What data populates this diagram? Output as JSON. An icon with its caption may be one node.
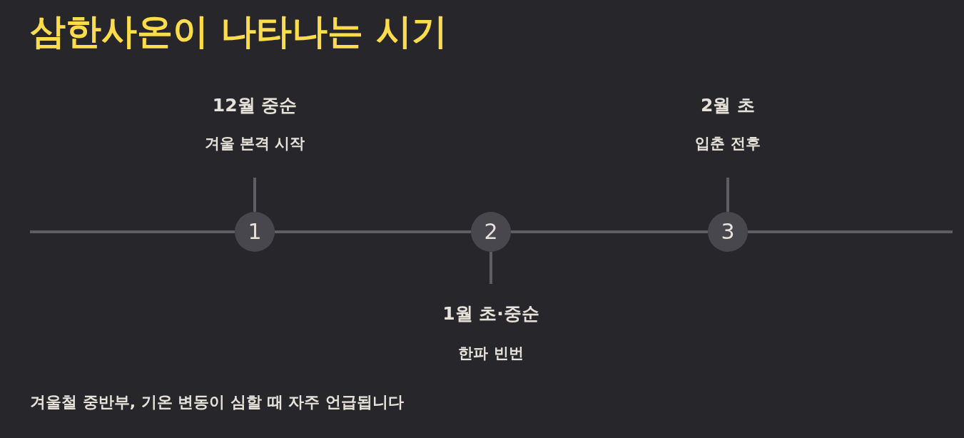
{
  "diagram": {
    "title": "삼한사온이 나타나는 시기",
    "nodes": [
      {
        "text": [
          "1"
        ]
      },
      {
        "text": [
          "12월 중순",
          "겨울 본격 시작"
        ]
      },
      {
        "text": [
          "2"
        ]
      },
      {
        "text": [
          "1월 초·중순",
          "한파 빈번"
        ]
      },
      {
        "text": [
          "3"
        ]
      },
      {
        "text": [
          "2월 초",
          "입춘 전후"
        ]
      }
    ],
    "edges": [
      {
        "from": null,
        "to": 0,
        "arrow": "none"
      },
      {
        "from": 1,
        "to": 0,
        "arrow": "none"
      },
      {
        "from": 0,
        "to": 2,
        "arrow": "none"
      },
      {
        "from": 2,
        "to": 3,
        "arrow": "none"
      },
      {
        "from": 2,
        "to": 4,
        "arrow": "none"
      },
      {
        "from": 5,
        "to": 4,
        "arrow": "none"
      },
      {
        "from": 4,
        "to": null,
        "arrow": "none"
      }
    ],
    "caption": "겨울철 중반부, 기온 변동이 심할 때 자주 언급됩니다"
  }
}
